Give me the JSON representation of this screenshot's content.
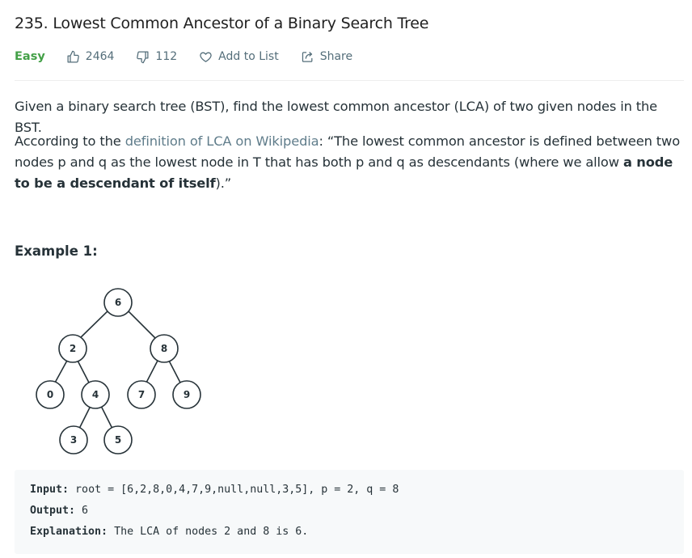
{
  "problem": {
    "title": "235. Lowest Common Ancestor of a Binary Search Tree",
    "difficulty": "Easy",
    "likes": "2464",
    "dislikes": "112",
    "add_to_list_label": "Add to List",
    "share_label": "Share",
    "colors": {
      "difficulty": "#43a047",
      "link": "#607d8b",
      "text": "#263238",
      "muted": "#546e7a"
    }
  },
  "description": {
    "p1": "Given a binary search tree (BST), find the lowest common ancestor (LCA) of two given nodes in the BST.",
    "p2_before_link": "According to the ",
    "p2_link": "definition of LCA on Wikipedia",
    "p2_after_link": ": “The lowest common ancestor is defined between two nodes p and q as the lowest node in T that has both p and q as descendants (where we allow ",
    "p2_bold": "a node to be a descendant of itself",
    "p2_end": ").”"
  },
  "example": {
    "title": "Example 1:",
    "tree_nodes": [
      "6",
      "2",
      "8",
      "0",
      "4",
      "7",
      "9",
      "3",
      "5"
    ],
    "input_label": "Input:",
    "input_value": " root = [6,2,8,0,4,7,9,null,null,3,5], p = 2, q = 8",
    "output_label": "Output:",
    "output_value": " 6",
    "explanation_label": "Explanation:",
    "explanation_value": " The LCA of nodes 2 and 8 is 6."
  }
}
